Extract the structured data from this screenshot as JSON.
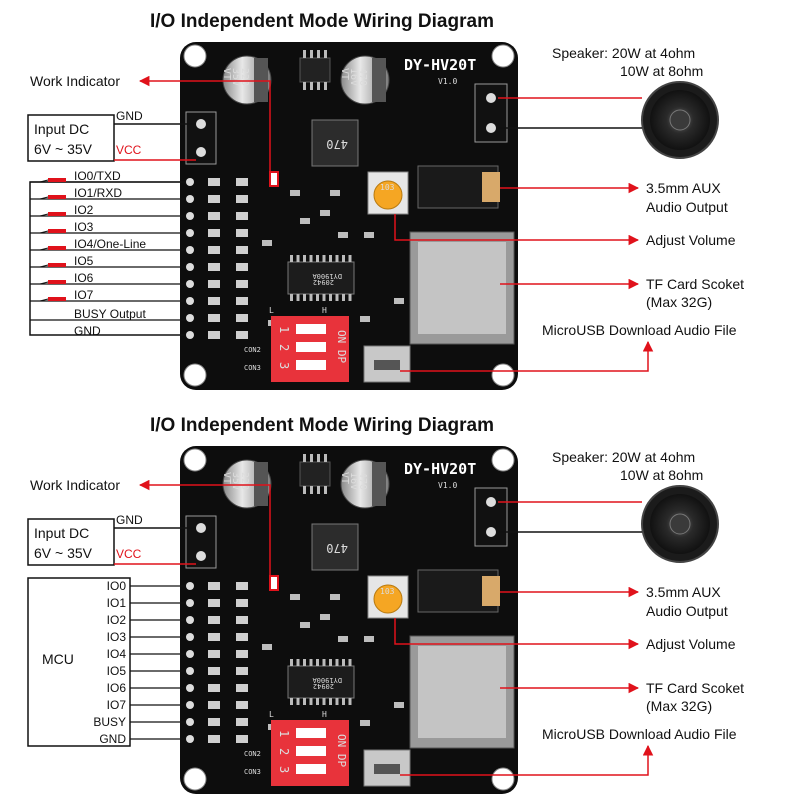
{
  "accent_red": "#e0121b",
  "pcb_color": "#0d0d0d",
  "panels": [
    {
      "title": "I/O Independent Mode Wiring Diagram",
      "work_indicator": "Work Indicator",
      "input_label": "Input DC",
      "input_range": "6V ~ 35V",
      "gnd_label": "GND",
      "vcc_label": "VCC",
      "speaker_line1": "Speaker: 20W at 4ohm",
      "speaker_line2": "10W at 8ohm",
      "aux_line1": "3.5mm AUX",
      "aux_line2": "Audio Output",
      "adjust_volume": "Adjust Volume",
      "tf_line1": "TF Card Scoket",
      "tf_line2": "(Max 32G)",
      "usb_label": "MicroUSB Download Audio File",
      "io_pins": [
        "IO0/TXD",
        "IO1/RXD",
        "IO2",
        "IO3",
        "IO4/One-Line",
        "IO5",
        "IO6",
        "IO7"
      ],
      "busy_label": "BUSY Output",
      "bottom_gnd": "GND",
      "board_model": "DY-HV20T",
      "board_version": "V1.0",
      "cap_left": [
        "220",
        "35V",
        "VT"
      ],
      "cap_right": [
        "470",
        "16V",
        "VT"
      ],
      "inductor": "470",
      "chip": "DY1900A",
      "chip_code": "20942",
      "dip_on": "ON DP",
      "dip_nums": [
        "1",
        "2",
        "3"
      ],
      "con2": "CON2",
      "con3": "CON3",
      "pot": "103",
      "dip_l": "L",
      "dip_h": "H"
    },
    {
      "title": "I/O Independent Mode Wiring Diagram",
      "work_indicator": "Work Indicator",
      "input_label": "Input DC",
      "input_range": "6V ~ 35V",
      "gnd_label": "GND",
      "vcc_label": "VCC",
      "speaker_line1": "Speaker: 20W at 4ohm",
      "speaker_line2": "10W at 8ohm",
      "aux_line1": "3.5mm AUX",
      "aux_line2": "Audio Output",
      "adjust_volume": "Adjust Volume",
      "tf_line1": "TF Card Scoket",
      "tf_line2": "(Max 32G)",
      "usb_label": "MicroUSB Download Audio File",
      "mcu_label": "MCU",
      "mcu_pins": [
        "IO0",
        "IO1",
        "IO2",
        "IO3",
        "IO4",
        "IO5",
        "IO6",
        "IO7",
        "BUSY",
        "GND"
      ],
      "board_model": "DY-HV20T",
      "board_version": "V1.0",
      "cap_left": [
        "220",
        "35V",
        "VT"
      ],
      "cap_right": [
        "470",
        "16V",
        "VT"
      ],
      "inductor": "470",
      "chip": "DY1900A",
      "chip_code": "20942",
      "dip_on": "ON DP",
      "dip_nums": [
        "1",
        "2",
        "3"
      ],
      "con2": "CON2",
      "con3": "CON3",
      "pot": "103",
      "dip_l": "L",
      "dip_h": "H"
    }
  ]
}
